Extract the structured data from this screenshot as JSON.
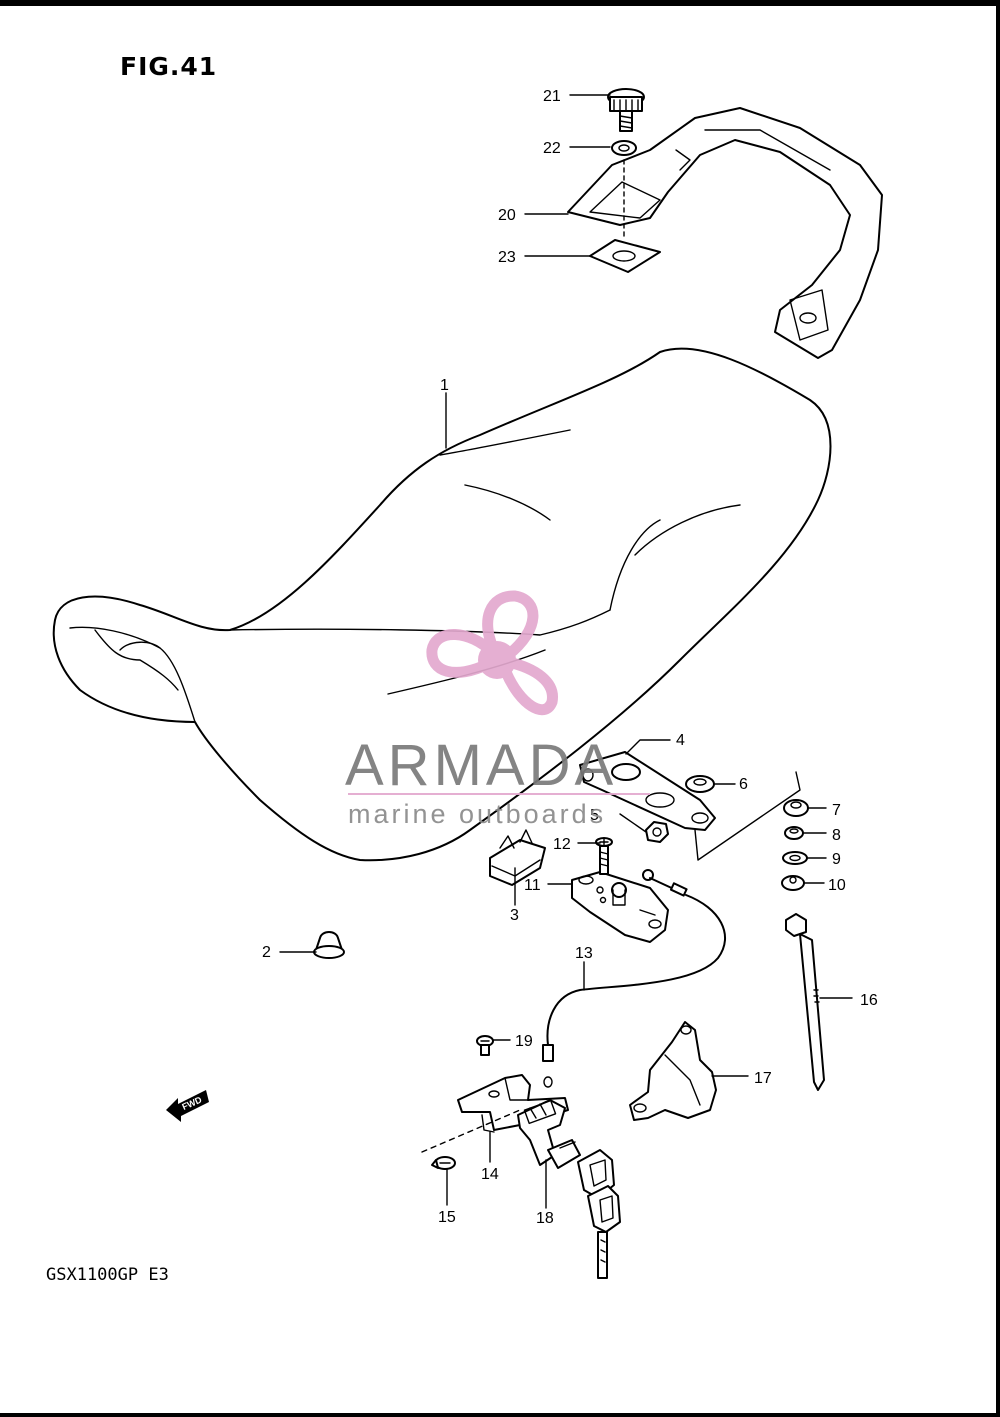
{
  "figure_title": "FIG.41",
  "model_code": "GSX1100GP E3",
  "direction_badge": "FWD",
  "watermark": {
    "brand": "ARMADA",
    "tagline": "marine outboards",
    "color": "#e3a9cf"
  },
  "callouts": [
    "1",
    "2",
    "3",
    "4",
    "5",
    "6",
    "7",
    "8",
    "9",
    "10",
    "11",
    "12",
    "13",
    "14",
    "15",
    "16",
    "17",
    "18",
    "19",
    "20",
    "21",
    "22",
    "23"
  ]
}
